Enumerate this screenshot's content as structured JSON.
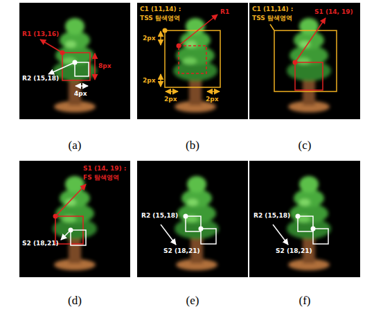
{
  "diagram": {
    "labels": [
      "R1 (13,16)",
      "R2 (15,18)",
      "8px",
      "4px",
      "C1 (11,14) :",
      "TSS 탐색영역",
      "R1",
      "2px",
      "2px",
      "2px",
      "2px",
      "C1 (11,14) :",
      "TSS 탐색영역",
      "S1 (14, 19)",
      "S1 (14, 19) :",
      "FS 탐색영역",
      "S2 (18,21)",
      "R2 (15,18)",
      "S2 (18,21)",
      "R2 (15,18)",
      "S2 (18,21)",
      "(a)",
      "(b)",
      "(c)",
      "(d)",
      "(e)",
      "(f)"
    ]
  }
}
